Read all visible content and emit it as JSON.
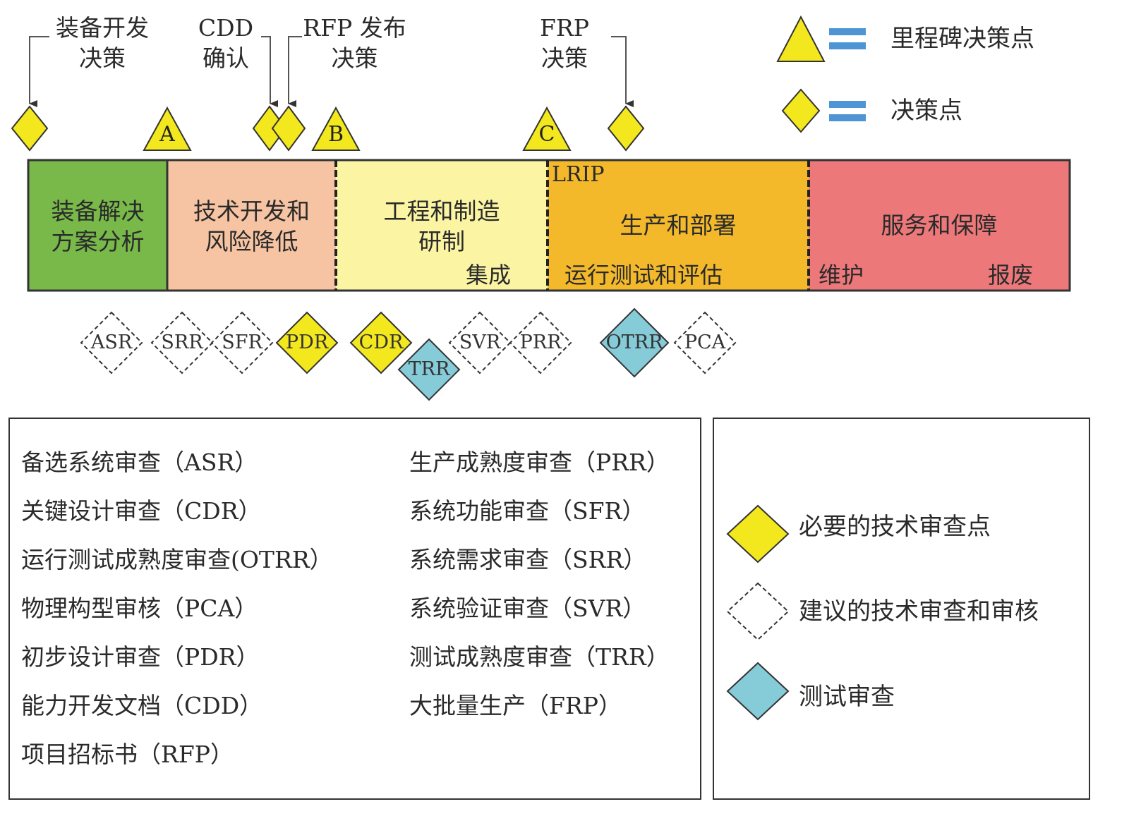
{
  "annotations": {
    "equip_dev": [
      "装备开发",
      "决策"
    ],
    "cdd": [
      "CDD",
      "确认"
    ],
    "rfp": [
      "RFP 发布",
      "决策"
    ],
    "frp": [
      "FRP",
      "决策"
    ]
  },
  "milestones": [
    "A",
    "B",
    "C"
  ],
  "phases": [
    {
      "lines": [
        "装备解决",
        "方案分析"
      ],
      "color": "#78b94a"
    },
    {
      "lines": [
        "技术开发和",
        "风险降低"
      ],
      "color": "#f6c4a2"
    },
    {
      "lines": [
        "工程和制造",
        "研制"
      ],
      "color": "#fbf4a3"
    },
    {
      "lines": [
        "生产和部署"
      ],
      "color": "#f3b92b"
    },
    {
      "lines": [
        "服务和保障"
      ],
      "color": "#ec787a"
    }
  ],
  "sublabels": {
    "integration": "集成",
    "lrip": "LRIP",
    "ote": "运行测试和评估",
    "maintain": "维护",
    "retire": "报废"
  },
  "reviews": [
    "ASR",
    "SRR",
    "SFR",
    "PDR",
    "CDR",
    "TRR",
    "SVR",
    "PRR",
    "OTRR",
    "PCA"
  ],
  "top_legend": {
    "milestone": "里程碑决策点",
    "decision": "决策点"
  },
  "glossary_left": [
    "备选系统审查（ASR）",
    "关键设计审查（CDR）",
    "运行测试成熟度审查(OTRR）",
    "物理构型审核（PCA）",
    "初步设计审查（PDR）",
    "能力开发文档（CDD）",
    "项目招标书（RFP）"
  ],
  "glossary_right": [
    "生产成熟度审查（PRR）",
    "系统功能审查（SFR）",
    "系统需求审查（SRR）",
    "系统验证审查（SVR）",
    "测试成熟度审查（TRR）",
    "大批量生产（FRP）"
  ],
  "legend": {
    "required": "必要的技术审查点",
    "recommended": "建议的技术审查和审核",
    "test": "测试审查"
  },
  "colors": {
    "yellow": "#f3e81e",
    "blue": "#86cbd8",
    "legend_blue": "#4f94d4",
    "outline": "#333333"
  }
}
